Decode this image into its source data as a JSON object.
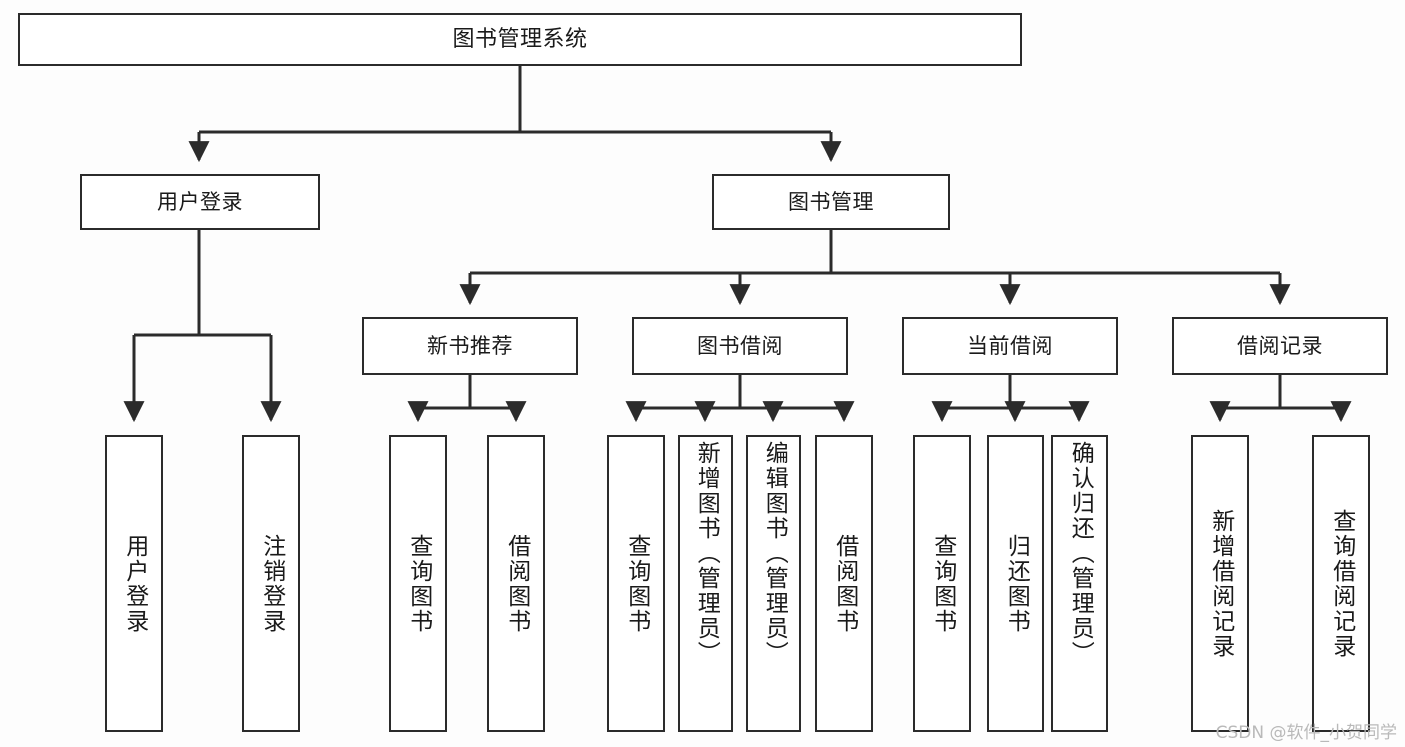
{
  "diagram": {
    "title": "图书管理系统",
    "watermark": "CSDN @软件_小贺同学",
    "colors": {
      "background": "#fdfdfd",
      "box_fill": "#ffffff",
      "box_stroke": "#2b2b2b",
      "edge_stroke": "#2b2b2b",
      "text": "#1a1a1a",
      "watermark": "#b9b9b9"
    },
    "nodes": {
      "root": {
        "label": "图书管理系统"
      },
      "level2": [
        {
          "id": "user-login",
          "label": "用户登录"
        },
        {
          "id": "book-manage",
          "label": "图书管理"
        }
      ],
      "level3": [
        {
          "id": "new-book-rec",
          "label": "新书推荐"
        },
        {
          "id": "book-borrow",
          "label": "图书借阅"
        },
        {
          "id": "current-borrow",
          "label": "当前借阅"
        },
        {
          "id": "borrow-record",
          "label": "借阅记录"
        }
      ],
      "leaves": {
        "user_login": [
          {
            "id": "leaf-user-login",
            "label": "用户登录"
          },
          {
            "id": "leaf-logout",
            "label": "注销登录"
          }
        ],
        "new_book_rec": [
          {
            "id": "leaf-query-book-1",
            "label": "查询图书"
          },
          {
            "id": "leaf-borrow-book-1",
            "label": "借阅图书"
          }
        ],
        "book_borrow": [
          {
            "id": "leaf-query-book-2",
            "label": "查询图书"
          },
          {
            "id": "leaf-add-book",
            "label": "新增图书（管理员）"
          },
          {
            "id": "leaf-edit-book",
            "label": "编辑图书（管理员）"
          },
          {
            "id": "leaf-borrow-book-2",
            "label": "借阅图书"
          }
        ],
        "current_borrow": [
          {
            "id": "leaf-query-book-3",
            "label": "查询图书"
          },
          {
            "id": "leaf-return-book",
            "label": "归还图书"
          },
          {
            "id": "leaf-confirm-return",
            "label": "确认归还（管理员）"
          }
        ],
        "borrow_record": [
          {
            "id": "leaf-add-record",
            "label": "新增借阅记录"
          },
          {
            "id": "leaf-query-record",
            "label": "查询借阅记录"
          }
        ]
      }
    }
  }
}
